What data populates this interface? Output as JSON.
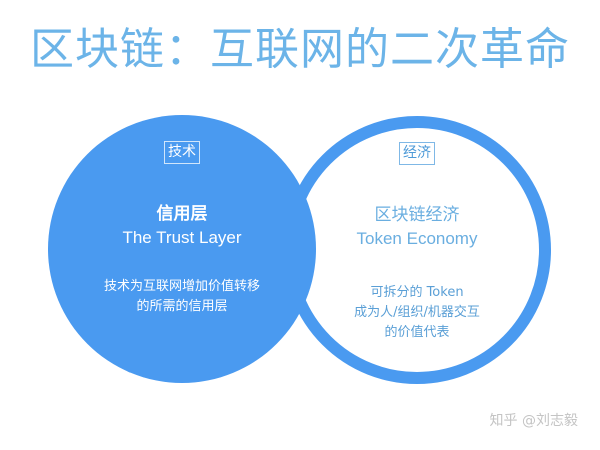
{
  "title": "区块链：互联网的二次革命",
  "colors": {
    "title": "#6cb4e8",
    "circle_fill": "#4a9af0",
    "right_text": "#6aaee0",
    "watermark": "#c4c4c4"
  },
  "left_circle": {
    "style": "filled",
    "badge": "技术",
    "heading_cn": "信用层",
    "heading_en": "The Trust Layer",
    "description": [
      "技术为互联网增加价值转移",
      "的所需的信用层"
    ]
  },
  "right_circle": {
    "style": "outline",
    "badge": "经济",
    "heading_cn": "区块链经济",
    "heading_en": "Token Economy",
    "description": [
      "可拆分的 Token",
      "成为人/组织/机器交互",
      "的价值代表"
    ]
  },
  "watermark": "知乎 @刘志毅"
}
